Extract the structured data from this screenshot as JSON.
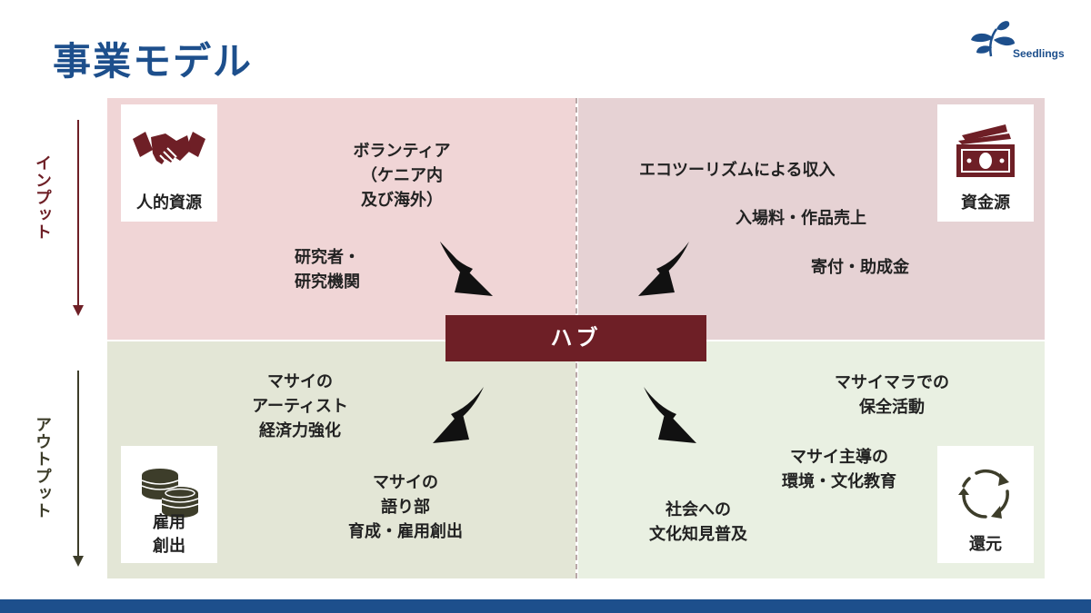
{
  "title": "事業モデル",
  "logo": {
    "text": "Seedlings",
    "icon": "seedling-leaves-icon",
    "color": "#1d4f8c"
  },
  "side_labels": {
    "input": "インプット",
    "output": "アウトプット"
  },
  "hub": "ハブ",
  "cards": {
    "human_resources": {
      "label": "人的資源",
      "icon": "handshake-icon"
    },
    "funding": {
      "label": "資金源",
      "icon": "banknote-icon"
    },
    "employment": {
      "label_line1": "雇用",
      "label_line2": "創出",
      "icon": "coins-icon"
    },
    "return": {
      "label": "還元",
      "icon": "recycle-arrows-icon"
    }
  },
  "top_left": {
    "volunteers": [
      "ボランティア",
      "（ケニア内",
      "及び海外）"
    ],
    "researchers": [
      "研究者・",
      "研究機関"
    ]
  },
  "top_right": {
    "ecotourism": "エコツーリズムによる収入",
    "fees": "入場料・作品売上",
    "donations": "寄付・助成金"
  },
  "bottom_left": {
    "artists": [
      "マサイの",
      "アーティスト",
      "経済力強化"
    ],
    "storytellers": [
      "マサイの",
      "語り部",
      "育成・雇用創出"
    ]
  },
  "bottom_right": {
    "conservation": [
      "マサイマラでの",
      "保全活動"
    ],
    "education": [
      "マサイ主導の",
      "環境・文化教育"
    ],
    "culture": [
      "社会への",
      "文化知見普及"
    ]
  },
  "colors": {
    "title": "#1d4f8c",
    "hub": "#6e1f26",
    "input_arrow": "#6e1f26",
    "output_arrow": "#3d3d2a",
    "icon": "#6e1f26"
  }
}
